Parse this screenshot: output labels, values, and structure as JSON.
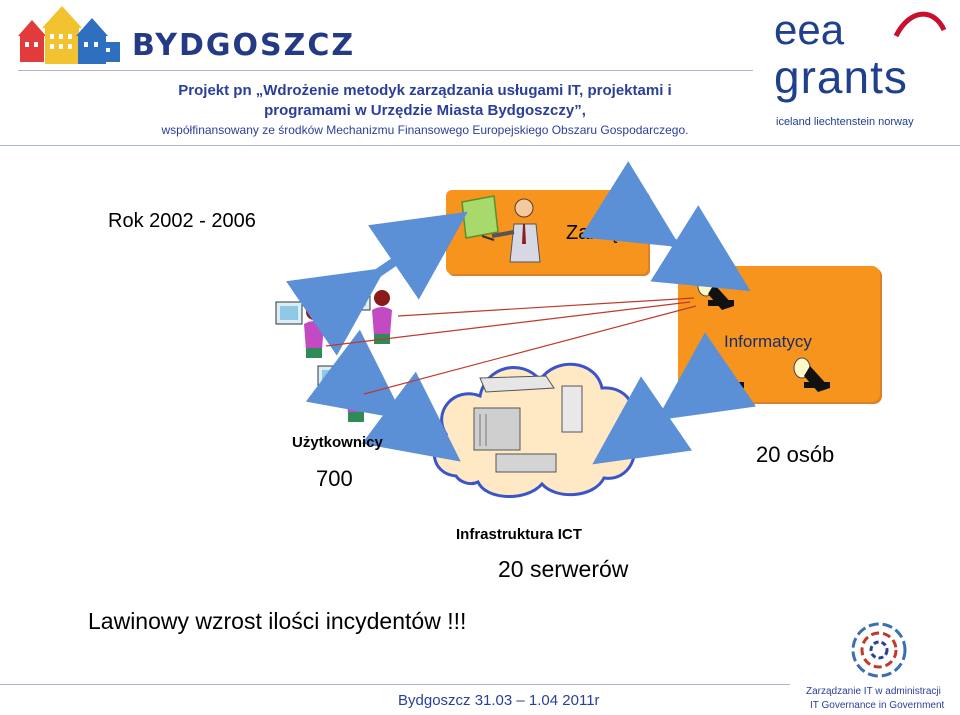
{
  "header": {
    "city_logo_text": "BYDGOSZCZ",
    "line1": "Projekt pn „Wdrożenie metodyk zarządzania usługami IT, projektami i",
    "line2": "programami w Urzędzie Miasta Bydgoszczy”,",
    "line3": "współfinansowany ze środków Mechanizmu Finansowego Europejskiego Obszaru Gospodarczego.",
    "eea_logo_top": "eea",
    "eea_logo_mid": "grants",
    "eea_logo_sub": "iceland liechtenstein norway"
  },
  "diagram": {
    "period": "Rok  2002 - 2006",
    "management": "Zarząd",
    "it_staff_label": "Informatycy",
    "it_staff_count": "20 osób",
    "users_label": "Użytkownicy",
    "users_count": "700",
    "infra_label": "Infrastruktura  ICT",
    "servers_count": "20 serwerów",
    "conclusion": "Lawinowy wzrost ilości incydentów !!!"
  },
  "footer": {
    "date": "Bydgoszcz 31.03 – 1.04 2011r",
    "org_line1": "Zarządzanie IT w administracji",
    "org_line2": "IT Governance in Government"
  },
  "colors": {
    "orange_box": "#f7941d",
    "header_blue": "#2a3f9a",
    "arrow_blue": "#5b8fd6",
    "arrow_red": "#c0392b",
    "cloud_blue": "#3b55c9"
  }
}
